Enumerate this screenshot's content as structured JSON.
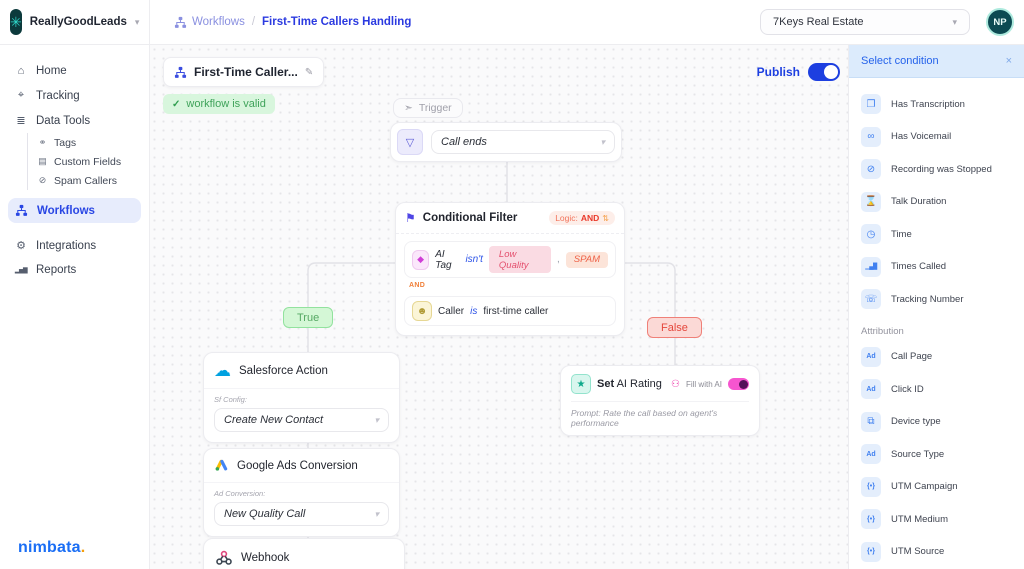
{
  "topbar": {
    "org_name": "ReallyGoodLeads",
    "logo_icon": "✳",
    "chevron": "▾",
    "breadcrumb": {
      "section": "Workflows",
      "separator": "/",
      "current": "First-Time Callers Handling"
    },
    "account": "7Keys Real Estate",
    "avatar_initials": "NP"
  },
  "sidebar": {
    "items": [
      {
        "label": "Home",
        "icon": "⌂"
      },
      {
        "label": "Tracking",
        "icon": "⌖"
      },
      {
        "label": "Data Tools",
        "icon": "≣"
      }
    ],
    "data_tools_children": [
      {
        "label": "Tags",
        "icon": "⚭"
      },
      {
        "label": "Custom Fields",
        "icon": "▤"
      },
      {
        "label": "Spam Callers",
        "icon": "⊘"
      }
    ],
    "workflows_label": "Workflows",
    "bottom_items": [
      {
        "label": "Integrations",
        "icon": "⚙"
      },
      {
        "label": "Reports",
        "icon": "▂▅▇"
      }
    ],
    "brand": "nimbata",
    "brand_dot": "."
  },
  "canvas": {
    "workflow_title": "First-Time Caller...",
    "edit_icon": "✎",
    "valid_check": "✓",
    "valid_badge": "workflow is valid",
    "publish_label": "Publish",
    "trigger": {
      "badge_icon": "➣",
      "badge_label": "Trigger",
      "node_icon": "▽",
      "value": "Call ends",
      "chevron": "▾"
    },
    "filter": {
      "icon": "⚑",
      "title": "Conditional Filter",
      "logic_label": "Logic:",
      "logic_value": "AND",
      "swap_icon": "⇅",
      "cond1": {
        "icon": "◆",
        "field": "AI Tag",
        "operator": "isn't",
        "value1": "Low Quality",
        "separator": ",",
        "value2": "SPAM"
      },
      "joiner": "AND",
      "cond2": {
        "icon": "☻",
        "field": "Caller",
        "operator": "is",
        "value": "first-time caller"
      }
    },
    "true_label": "True",
    "false_label": "False",
    "salesforce": {
      "icon": "☁",
      "title": "Salesforce Action",
      "config_label": "Sf Config:",
      "value": "Create New Contact",
      "chevron": "▾"
    },
    "google_ads": {
      "title": "Google Ads Conversion",
      "config_label": "Ad Conversion:",
      "value": "New Quality Call",
      "chevron": "▾"
    },
    "webhook": {
      "title": "Webhook"
    },
    "ai_rating": {
      "title_bold": "Set",
      "title_rest": " AI Rating",
      "robot_icon": "⚇",
      "fill_label": "Fill with AI",
      "star_icon": "★",
      "prompt_label": "Prompt:",
      "prompt_text": " Rate the call based on agent's performance"
    }
  },
  "panel": {
    "title": "Select condition",
    "close_icon": "×",
    "conditions": [
      {
        "label": "Has Transcription",
        "icon": "❐"
      },
      {
        "label": "Has Voicemail",
        "icon": "∞"
      },
      {
        "label": "Recording was Stopped",
        "icon": "⊘"
      },
      {
        "label": "Talk Duration",
        "icon": "⌛"
      },
      {
        "label": "Time",
        "icon": "◷"
      },
      {
        "label": "Times Called",
        "icon": "▁▄█"
      },
      {
        "label": "Tracking Number",
        "icon": "☏"
      }
    ],
    "section_label": "Attribution",
    "attribution": [
      {
        "label": "Call Page",
        "icon": "Ad"
      },
      {
        "label": "Click ID",
        "icon": "Ad"
      },
      {
        "label": "Device type",
        "icon": "⧉"
      },
      {
        "label": "Source Type",
        "icon": "Ad"
      },
      {
        "label": "UTM Campaign",
        "icon": "{•}"
      },
      {
        "label": "UTM Medium",
        "icon": "{•}"
      },
      {
        "label": "UTM Source",
        "icon": "{•}"
      }
    ]
  },
  "colors": {
    "accent_blue": "#1d3fe0",
    "success_green": "#3fa35a",
    "danger_red": "#e5473c",
    "ai_pink": "#f655cf",
    "panel_header_bg": "#dcebfc",
    "salesforce_blue": "#00a1e0"
  }
}
